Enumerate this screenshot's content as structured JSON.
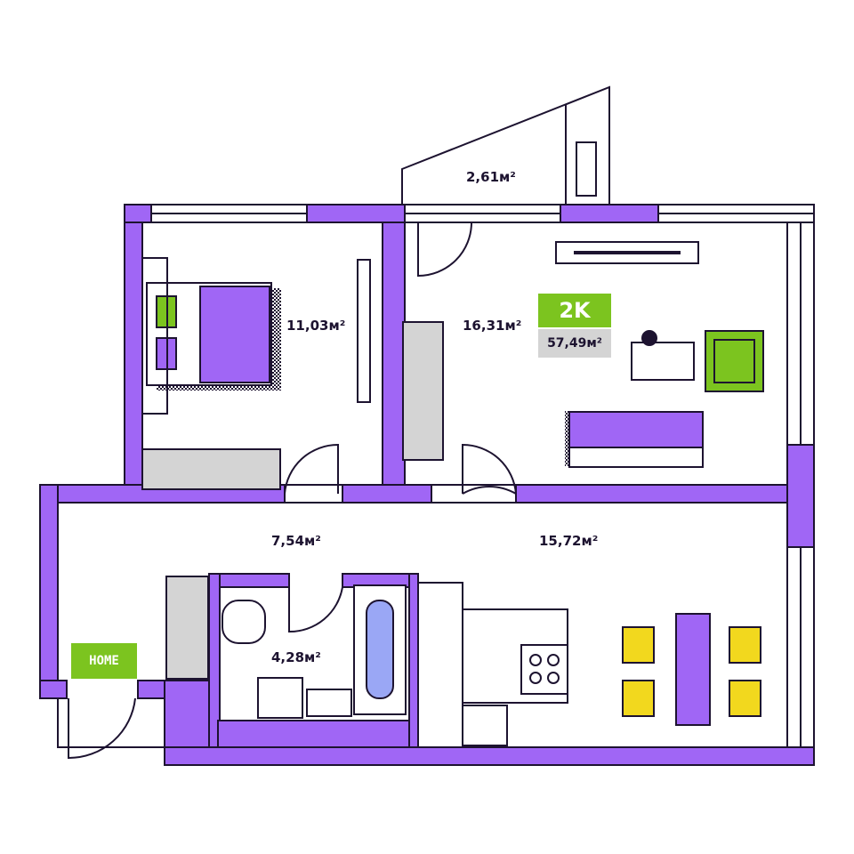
{
  "colors": {
    "wall": "#a066f5",
    "outline": "#1d1330",
    "accent_green": "#7cc41f",
    "chair_yellow": "#f2d81e",
    "badge_gray": "#d4d4d4"
  },
  "apartment": {
    "type_badge": "2K",
    "total_area": "57,49м²",
    "entrance_label": "HOME"
  },
  "rooms": [
    {
      "name": "balcony",
      "area": "2,61м²"
    },
    {
      "name": "bedroom",
      "area": "11,03м²"
    },
    {
      "name": "living-room",
      "area": "16,31м²"
    },
    {
      "name": "hallway",
      "area": "7,54м²"
    },
    {
      "name": "kitchen",
      "area": "15,72м²"
    },
    {
      "name": "bathroom",
      "area": "4,28м²"
    }
  ]
}
